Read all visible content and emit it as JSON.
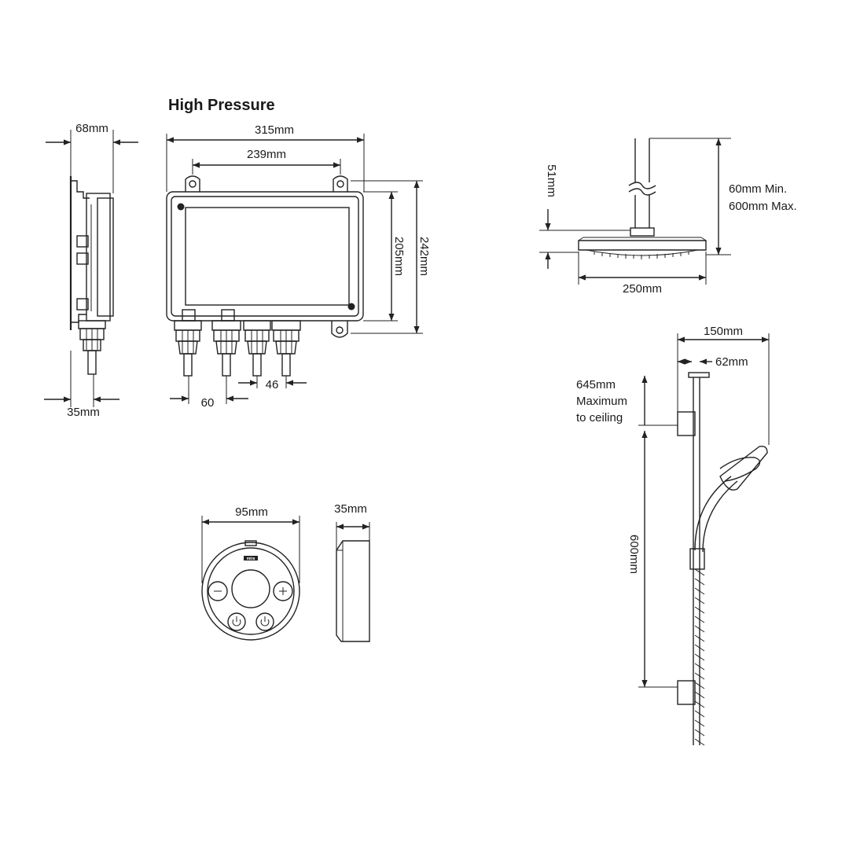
{
  "title": "High Pressure",
  "dimensions": {
    "side_depth": "68mm",
    "side_offset": "35mm",
    "box_width": "315mm",
    "bracket_spacing": "239mm",
    "box_height_inner": "205mm",
    "box_height_outer": "242mm",
    "outlet_spacing_a": "46",
    "outlet_spacing_b": "60",
    "control_diameter": "95mm",
    "control_depth": "35mm",
    "head_drop": "51mm",
    "arm_range_min": "60mm Min.",
    "arm_range_max": "600mm Max.",
    "head_diameter": "250mm",
    "rail_reach": "150mm",
    "rail_offset": "62mm",
    "ceiling_max": "645mm",
    "ceiling_line2": "Maximum",
    "ceiling_line3": "to ceiling",
    "rail_length": "600mm"
  },
  "control_logo": "mira"
}
